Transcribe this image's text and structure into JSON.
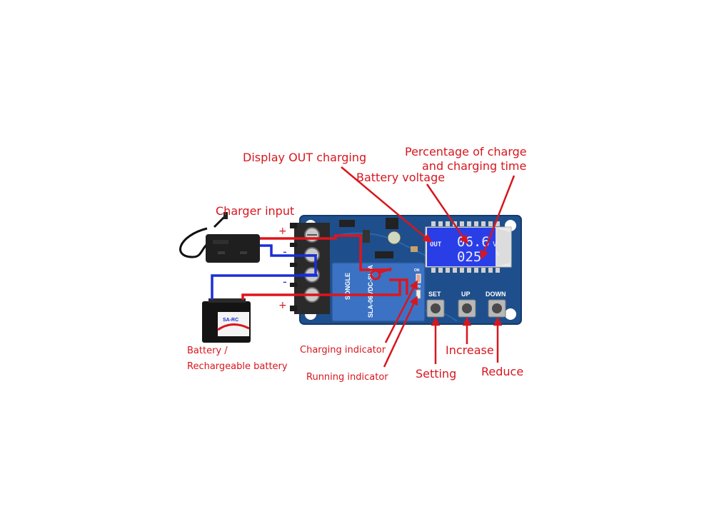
{
  "labels": {
    "display_out": "Display OUT charging",
    "percentage_line1": "Percentage of charge",
    "percentage_line2": "and charging time",
    "battery_voltage": "Battery voltage",
    "charger_input": "Charger input",
    "battery_line1": "Battery /",
    "battery_line2": "Rechargeable battery",
    "charging_indicator": "Charging indicator",
    "running_indicator": "Running indicator",
    "setting": "Setting",
    "increase": "Increase",
    "reduce": "Reduce"
  },
  "polarity": {
    "charger_plus": "+",
    "charger_minus": "-",
    "battery_minus": "-",
    "battery_plus": "+"
  },
  "lcd": {
    "out_label": "OUT",
    "voltage_value": "06.6",
    "voltage_unit": "V",
    "percent_value": "025",
    "percent_unit": "%"
  },
  "board": {
    "buttons": [
      "SET",
      "UP",
      "DOWN"
    ],
    "led_on": "ON",
    "led_run": "RUN",
    "relay_brand": "SONGLE",
    "relay_model": "SLA-06VDC-SL-A",
    "battery_brand": "SA-RC"
  },
  "colors": {
    "annotation": "#d8161e",
    "wire_positive": "#e0141c",
    "wire_negative": "#1a2fd6",
    "pcb": "#1e4f8c",
    "lcd": "#2a3ee8"
  }
}
